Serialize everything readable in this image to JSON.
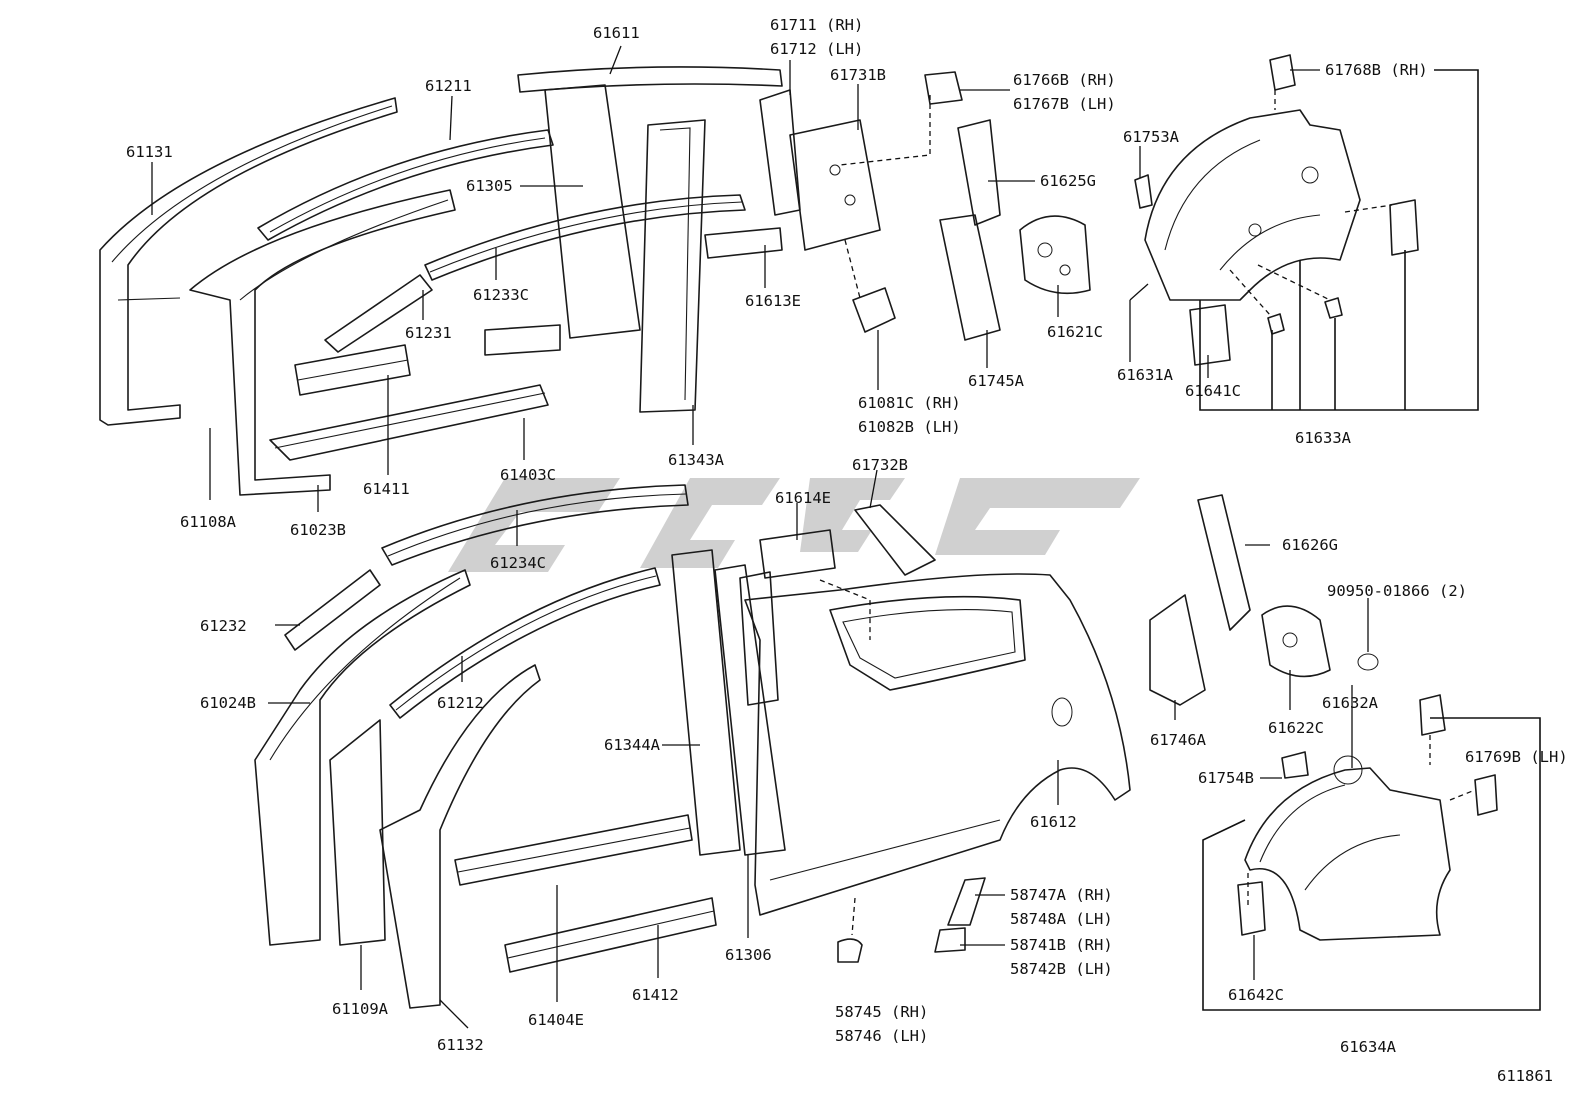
{
  "labels": [
    "61611",
    "61711 (RH)",
    "61712 (LH)",
    "61211",
    "61731B",
    "61766B (RH)",
    "61767B (LH)",
    "61768B (RH)",
    "61131",
    "61305",
    "61753A",
    "61625G",
    "61233C",
    "61613E",
    "61231",
    "61621C",
    "61631A",
    "61745A",
    "61081C (RH)",
    "61082B (LH)",
    "61641C",
    "61633A",
    "61343A",
    "61403C",
    "61411",
    "61108A",
    "61023B",
    "61732B",
    "61614E",
    "61234C",
    "61626G",
    "90950-01866 (2)",
    "61232",
    "61212",
    "61024B",
    "61344A",
    "61632A",
    "61746A",
    "61622C",
    "61769B (LH)",
    "61754B",
    "61612",
    "58747A (RH)",
    "58748A (LH)",
    "58741B (RH)",
    "58742B (LH)",
    "61306",
    "61109A",
    "61132",
    "61404E",
    "61412",
    "58745 (RH)",
    "58746 (LH)",
    "61642C",
    "61634A",
    "611861"
  ]
}
